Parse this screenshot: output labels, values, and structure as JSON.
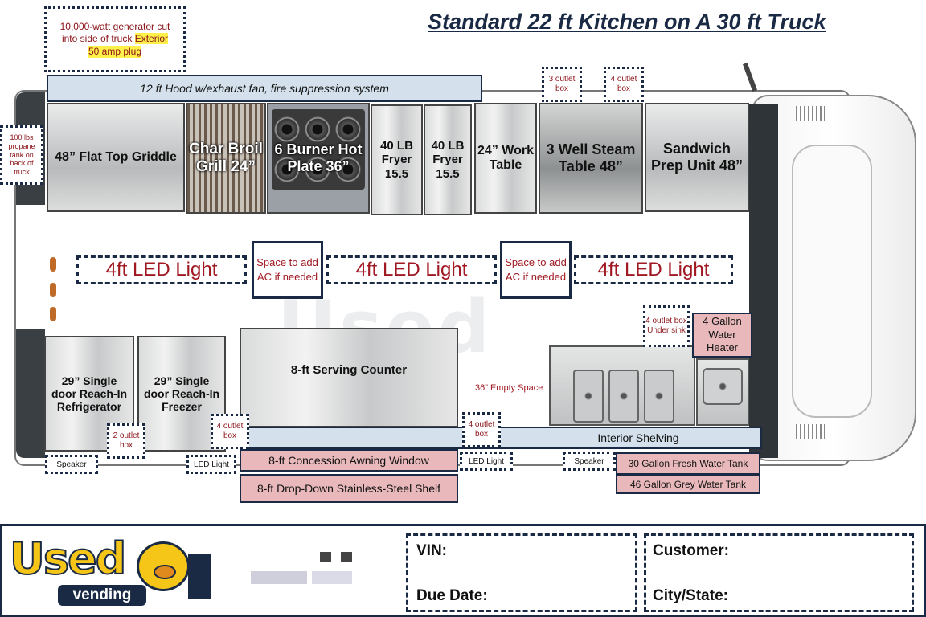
{
  "title": "Standard 22 ft Kitchen on A 30 ft Truck",
  "generator_note": {
    "line1": "10,000-watt generator cut",
    "line2": "into side of truck",
    "highlight1": "Exterior",
    "highlight2": "50 amp plug"
  },
  "hood": "12 ft Hood w/exhaust fan, fire suppression system",
  "propane": "100 lbs propane tank on back of truck",
  "outlet_boxes": {
    "top_left": "3 outlet box",
    "top_right": "4 outlet box",
    "under_sink": "4 outlet box Under sink",
    "bottom_a": "2 outlet box",
    "bottom_b": "4 outlet box",
    "bottom_c": "4 outlet box"
  },
  "equipment_top": [
    {
      "label": "48” Flat Top Griddle"
    },
    {
      "label": "Char Broil Grill 24”"
    },
    {
      "label": "6 Burner Hot Plate 36”"
    },
    {
      "label": "40 LB Fryer 15.5"
    },
    {
      "label": "40 LB Fryer 15.5"
    },
    {
      "label": "24” Work Table"
    },
    {
      "label": "3 Well Steam Table 48”"
    },
    {
      "label": "Sandwich Prep Unit 48”"
    }
  ],
  "lights": [
    "4ft LED Light",
    "4ft LED Light",
    "4ft LED Light"
  ],
  "ac_spaces": [
    "Space to add AC if needed",
    "Space to add AC if needed"
  ],
  "equipment_bottom": {
    "refrigerator": "29” Single door Reach-In Refrigerator",
    "freezer": "29” Single door Reach-In Freezer",
    "counter": "8-ft Serving Counter",
    "empty_space": "36” Empty Space",
    "water_heater": "4 Gallon Water Heater",
    "shelving": "Interior Shelving"
  },
  "bottom_labels": {
    "speaker_left": "Speaker",
    "led_left": "LED Light",
    "led_right": "LED Light",
    "speaker_right": "Speaker",
    "awning": "8-ft Concession Awning Window",
    "shelf": "8-ft Drop-Down Stainless-Steel Shelf",
    "fresh_tank": "30 Gallon Fresh Water Tank",
    "grey_tank": "46 Gallon Grey Water Tank"
  },
  "footer": {
    "logo_text": "Used",
    "logo_sub": "vending",
    "vin_label": "VIN:",
    "due_date_label": "Due Date:",
    "customer_label": "Customer:",
    "city_state_label": "City/State:"
  },
  "colors": {
    "navy": "#1a2a44",
    "pink": "#e8b8bb",
    "led_red": "#a01822",
    "highlight": "#fff04a"
  }
}
